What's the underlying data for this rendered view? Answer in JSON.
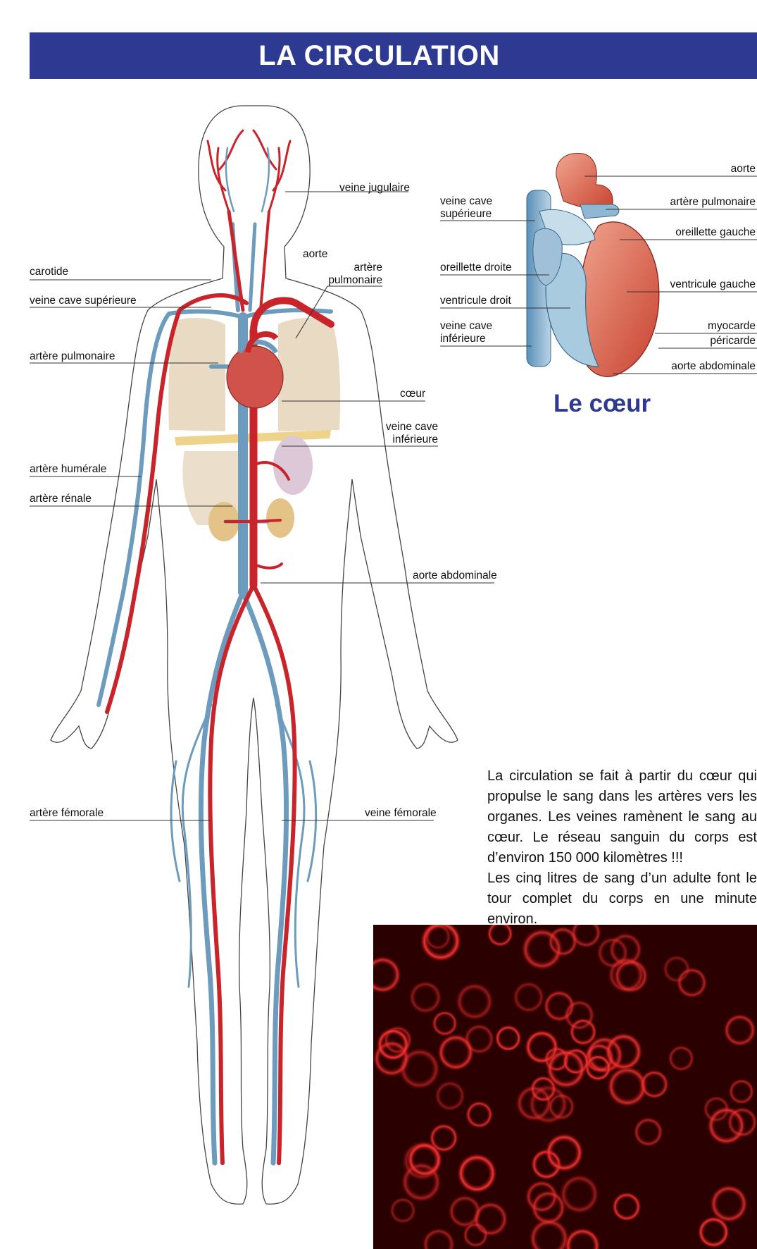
{
  "title": "LA CIRCULATION",
  "body_labels": {
    "veine_jugulaire": "veine jugulaire",
    "aorte": "aorte",
    "artere_pulmonaire_top": [
      "artère",
      "pulmonaire"
    ],
    "carotide": "carotide",
    "veine_cave_superieure": "veine cave supérieure",
    "artere_pulmonaire_left": "artère pulmonaire",
    "coeur": "cœur",
    "veine_cave_inferieure": [
      "veine cave",
      "inférieure"
    ],
    "artere_humerale": "artère humérale",
    "artere_renale": "artère rénale",
    "aorte_abdominale": "aorte abdominale",
    "artere_femorale": "artère fémorale",
    "veine_femorale": "veine fémorale"
  },
  "heart_labels": {
    "veine_cave_superieure": [
      "veine cave",
      "supérieure"
    ],
    "oreillette_droite": "oreillette droite",
    "ventricule_droit": "ventricule droit",
    "veine_cave_inferieure": [
      "veine cave",
      "inférieure"
    ],
    "aorte": "aorte",
    "artere_pulmonaire": "artère pulmonaire",
    "oreillette_gauche": "oreillette gauche",
    "ventricule_gauche": "ventricule gauche",
    "myocarde": "myocarde",
    "pericarde": "péricarde",
    "aorte_abdominale": "aorte abdominale"
  },
  "heart_title": "Le cœur",
  "paragraph": [
    "La circulation se fait à partir du cœur qui propulse le sang dans les artères vers les organes. Les veines ramènent le sang au cœur. Le réseau sanguin du corps est d’environ 150 000 kilomètres !!!",
    "Les cinq litres de sang d’un adulte font le tour complet du corps en une minute environ."
  ],
  "colors": {
    "banner": "#2e3a91",
    "artery": "#c8242a",
    "vein": "#6d9bbd",
    "heart_title": "#2e3a91"
  }
}
